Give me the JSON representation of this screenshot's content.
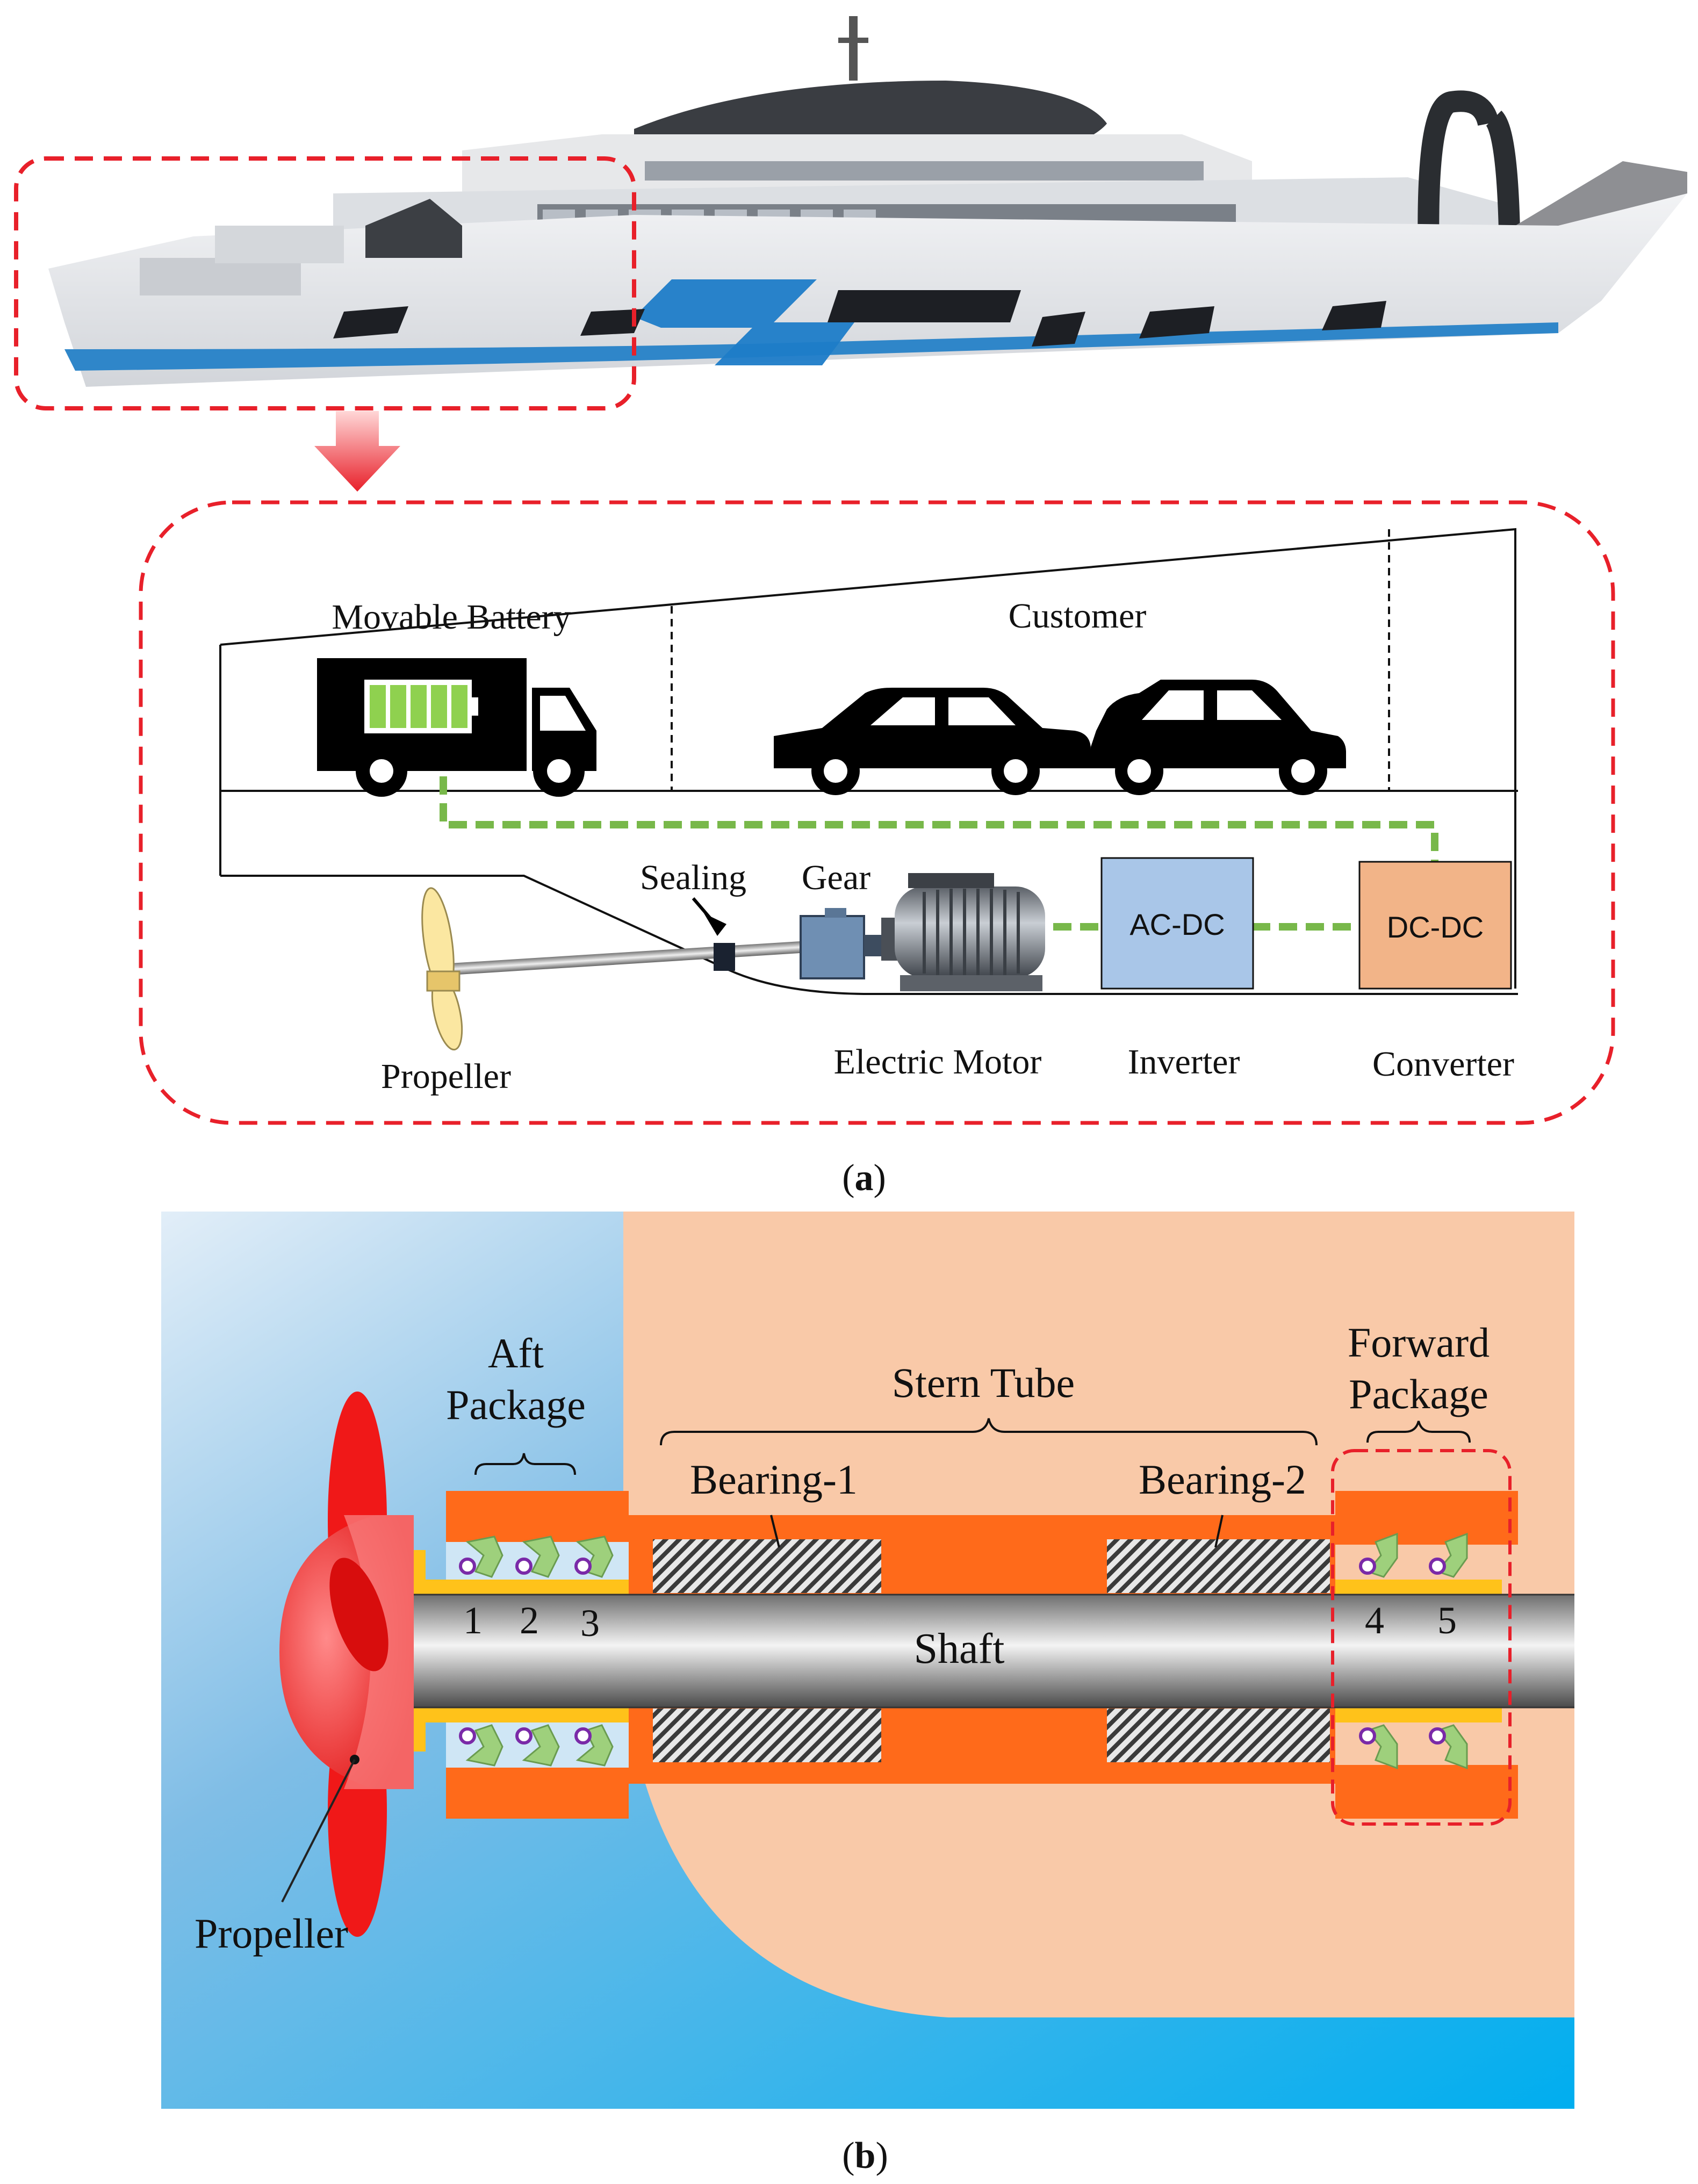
{
  "panel_a": {
    "caption_open": "(",
    "caption_letter": "a",
    "caption_close": ")",
    "labels": {
      "movable_battery": "Movable Battery",
      "customer": "Customer",
      "sealing": "Sealing",
      "gear": "Gear",
      "propeller": "Propeller",
      "electric_motor": "Electric Motor",
      "inverter": "Inverter",
      "converter": "Converter"
    },
    "boxes": {
      "ac_dc": "AC-DC",
      "dc_dc": "DC-DC"
    },
    "colors": {
      "highlight_dash": "#e8202a",
      "power_line": "#78b84a",
      "ac_dc_fill": "#a9c6e8",
      "dc_dc_fill": "#f2b488",
      "battery_cells": "#8fd14f"
    }
  },
  "panel_b": {
    "caption_open": "(",
    "caption_letter": "b",
    "caption_close": ")",
    "labels": {
      "aft_line1": "Aft",
      "aft_line2": "Package",
      "stern_tube": "Stern Tube",
      "forward_line1": "Forward",
      "forward_line2": "Package",
      "bearing_1": "Bearing-1",
      "bearing_2": "Bearing-2",
      "shaft": "Shaft",
      "propeller": "Propeller"
    },
    "seal_numbers": [
      "1",
      "2",
      "3",
      "4",
      "5"
    ],
    "colors": {
      "water": "#3aaee8",
      "hull": "#f9c9a8",
      "housing": "#ff6a1a",
      "seal": "#9ed07c",
      "propeller": "#f01818",
      "liner": "#ffc21a"
    }
  }
}
